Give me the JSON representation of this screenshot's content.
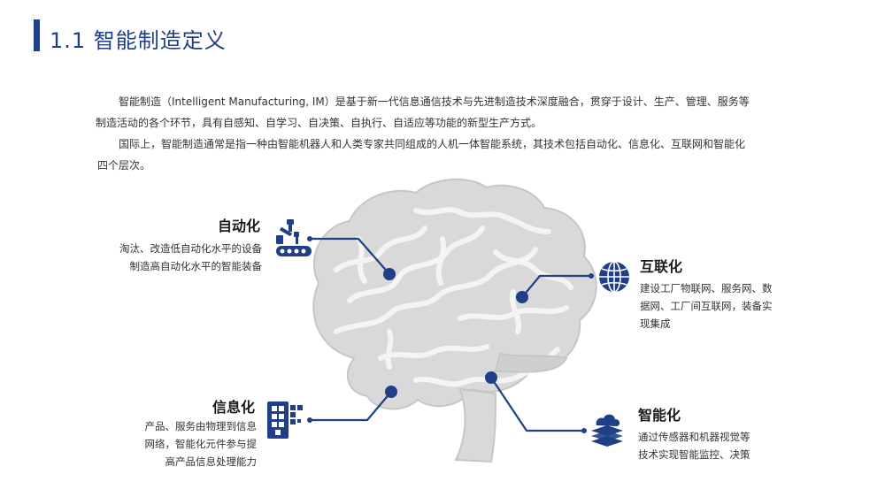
{
  "header": {
    "title": "1.1 智能制造定义"
  },
  "intro": {
    "paragraph_1_line_1": "智能制造（Intelligent Manufacturing, IM）是基于新一代信息通信技术与先进制造技术深度融合，贯穿于设计、生产、管理、服务等",
    "paragraph_1_line_2": "制造活动的各个环节，具有自感知、自学习、自决策、自执行、自适应等功能的新型生产方式。",
    "paragraph_2_line_1": "国际上，智能制造通常是指一种由智能机器人和人类专家共同组成的人机一体智能系统，其技术包括自动化、信息化、互联网和智能化",
    "paragraph_2_line_2": "四个层次。"
  },
  "nodes": {
    "automation": {
      "title": "自动化",
      "desc_line_1": "淘汰、改造低自动化水平的设备",
      "desc_line_2": "制造高自动化水平的智能装备",
      "icon": "robot-arm-conveyor-icon"
    },
    "internet": {
      "title": "互联化",
      "desc_line_1": "建设工厂物联网、服务网、数",
      "desc_line_2": "据网、工厂间互联网，装备实",
      "desc_line_3": "现集成",
      "icon": "globe-icon"
    },
    "informatization": {
      "title": "信息化",
      "desc_line_1": "产品、服务由物理到信息",
      "desc_line_2": "网络，智能化元件参与提",
      "desc_line_3": "高产品信息处理能力",
      "icon": "digital-blocks-icon"
    },
    "intelligence": {
      "title": "智能化",
      "desc_line_1": "通过传感器和机器视觉等",
      "desc_line_2": "技术实现智能监控、决策",
      "icon": "cloud-stack-icon"
    }
  },
  "colors": {
    "primary": "#1f3f87",
    "brain": "#d6d6d6",
    "brain_stroke": "#bdbdbd"
  }
}
